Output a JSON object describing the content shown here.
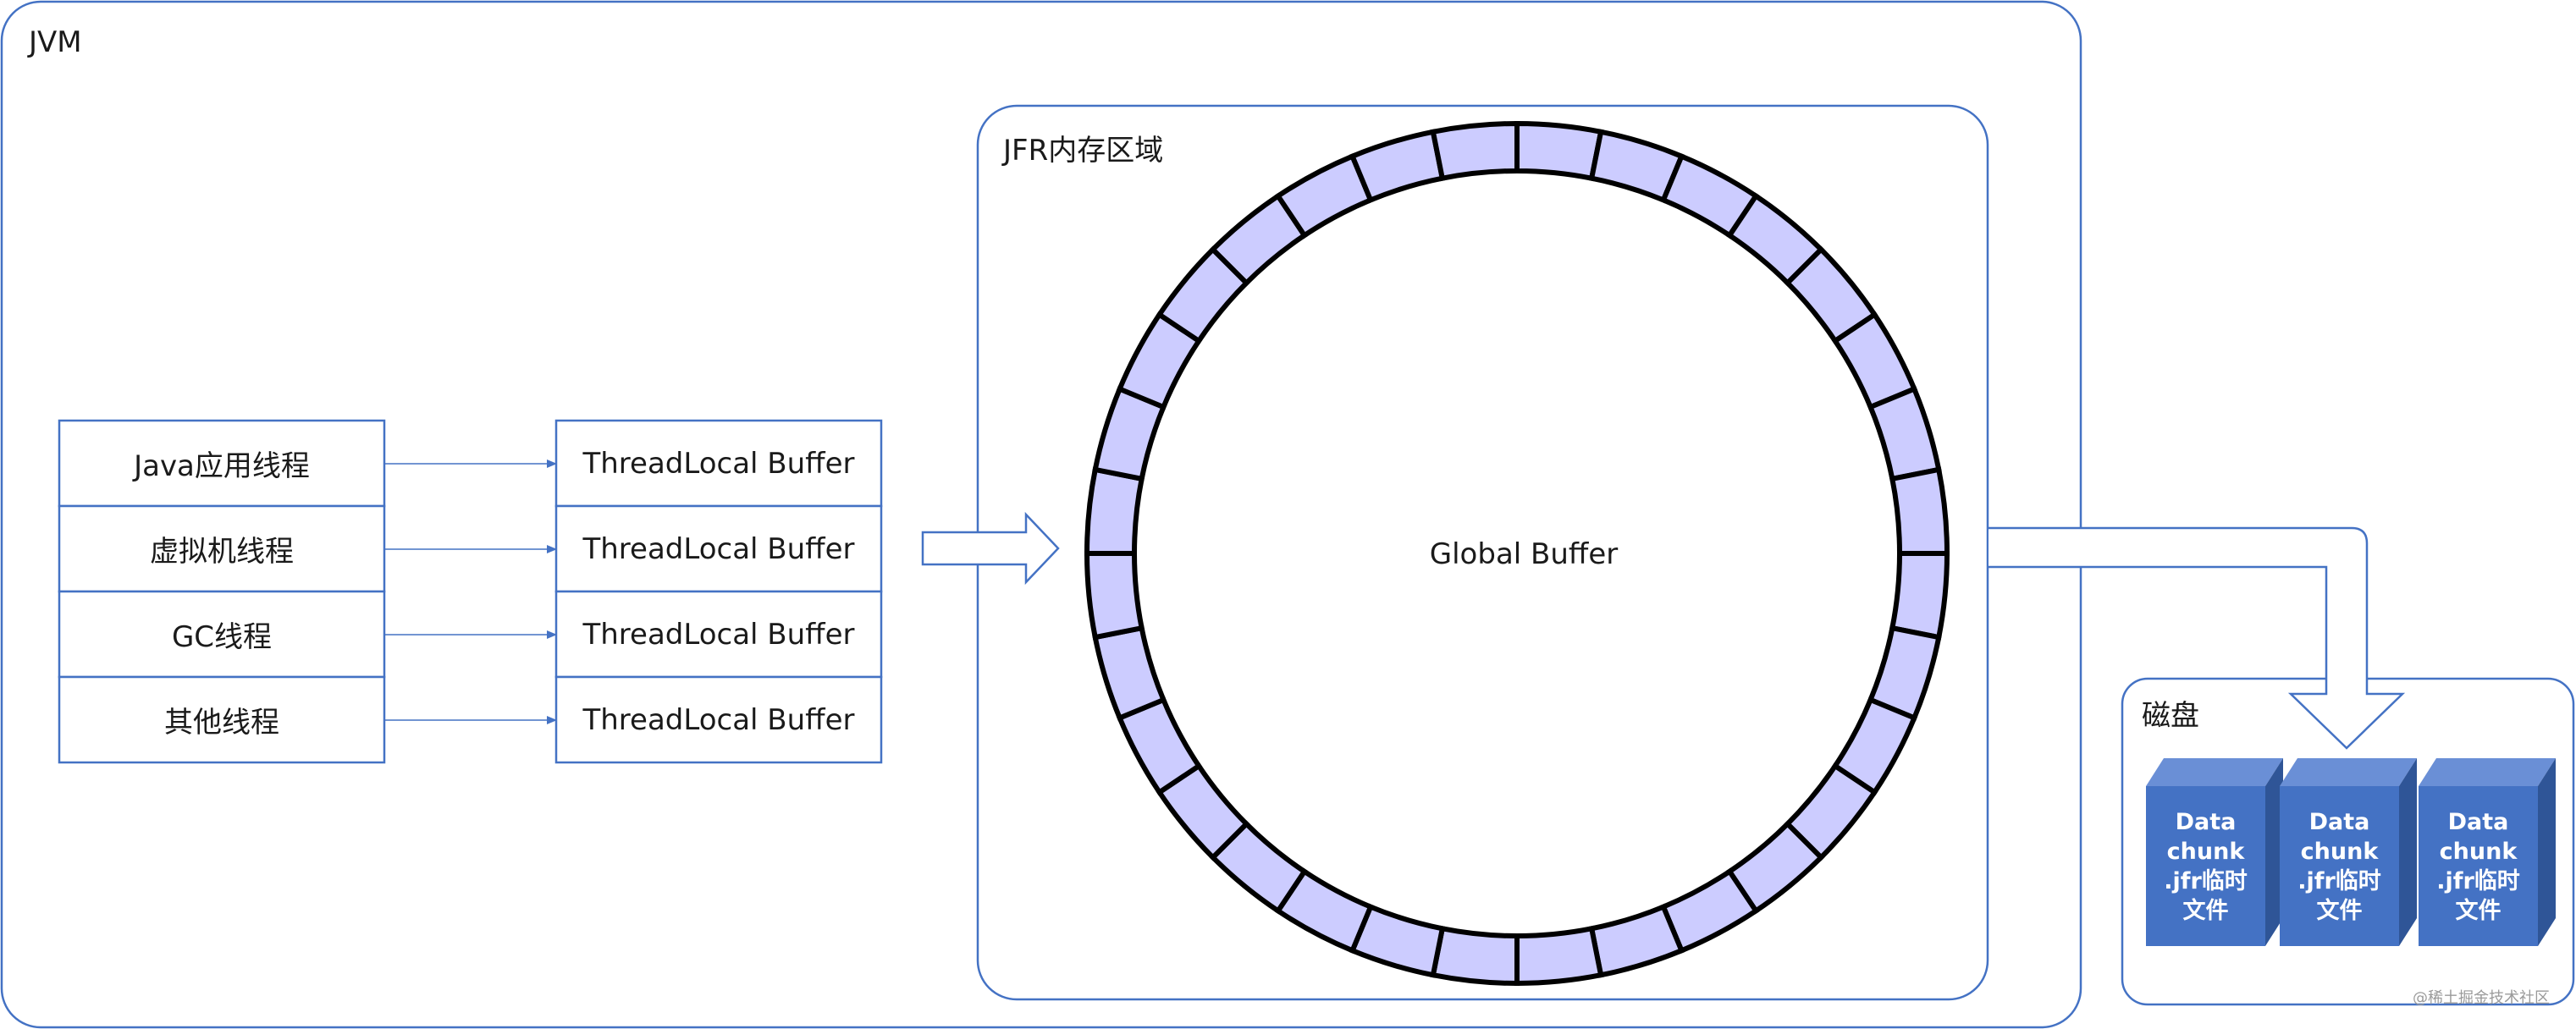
{
  "jvm": {
    "label": "JVM"
  },
  "threads": [
    {
      "label": "Java应用线程",
      "buffer": "ThreadLocal Buffer"
    },
    {
      "label": "虚拟机线程",
      "buffer": "ThreadLocal Buffer"
    },
    {
      "label": "GC线程",
      "buffer": "ThreadLocal Buffer"
    },
    {
      "label": "其他线程",
      "buffer": "ThreadLocal Buffer"
    }
  ],
  "jfr_region": {
    "label": "JFR内存区域",
    "global_buffer": "Global Buffer",
    "ring_segments": 32
  },
  "disk": {
    "label": "磁盘",
    "chunks": [
      {
        "label": "Data\nchunk\n.jfr临时\n文件"
      },
      {
        "label": "Data\nchunk\n.jfr临时\n文件"
      },
      {
        "label": "Data\nchunk\n.jfr临时\n文件"
      }
    ]
  },
  "watermark": "@稀土掘金技术社区",
  "colors": {
    "frame": "#4472c4",
    "ring_fill": "#ccccff",
    "ring_stroke": "#000000",
    "chunk_front": "#4472c4",
    "chunk_top": "#6a8fd6",
    "chunk_side": "#2f5597"
  }
}
